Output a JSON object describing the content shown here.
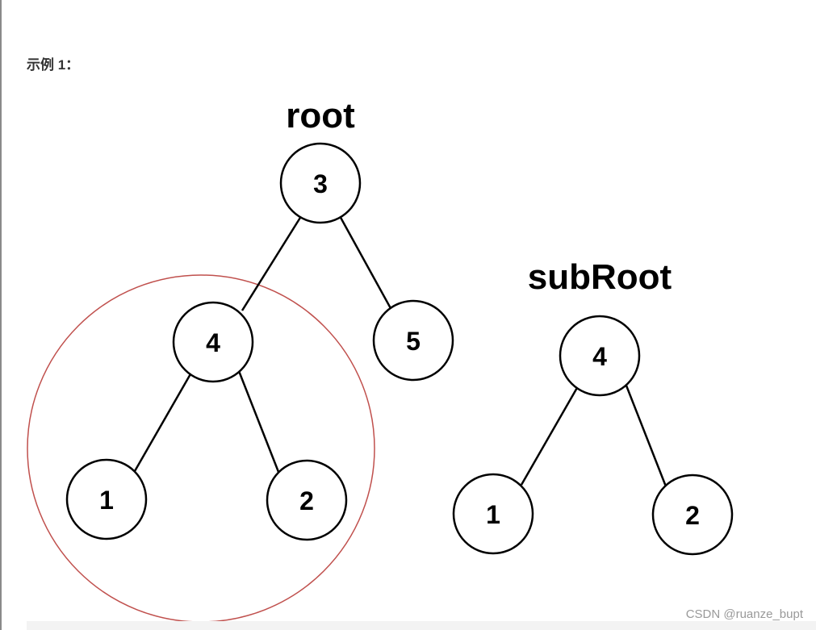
{
  "example": {
    "label": "示例 1："
  },
  "diagram": {
    "root_tree": {
      "title": "root",
      "nodes": [
        {
          "id": "root-3",
          "value": "3"
        },
        {
          "id": "root-4",
          "value": "4"
        },
        {
          "id": "root-5",
          "value": "5"
        },
        {
          "id": "root-1",
          "value": "1"
        },
        {
          "id": "root-2",
          "value": "2"
        }
      ],
      "edges": [
        [
          "root-3",
          "root-4"
        ],
        [
          "root-3",
          "root-5"
        ],
        [
          "root-4",
          "root-1"
        ],
        [
          "root-4",
          "root-2"
        ]
      ],
      "highlighted_subtree_root": "root-4"
    },
    "subroot_tree": {
      "title": "subRoot",
      "nodes": [
        {
          "id": "sub-4",
          "value": "4"
        },
        {
          "id": "sub-1",
          "value": "1"
        },
        {
          "id": "sub-2",
          "value": "2"
        }
      ],
      "edges": [
        [
          "sub-4",
          "sub-1"
        ],
        [
          "sub-4",
          "sub-2"
        ]
      ]
    },
    "colors": {
      "highlight_ring": "#c0504d",
      "node_stroke": "#000000"
    }
  },
  "watermark": "CSDN @ruanze_bupt"
}
